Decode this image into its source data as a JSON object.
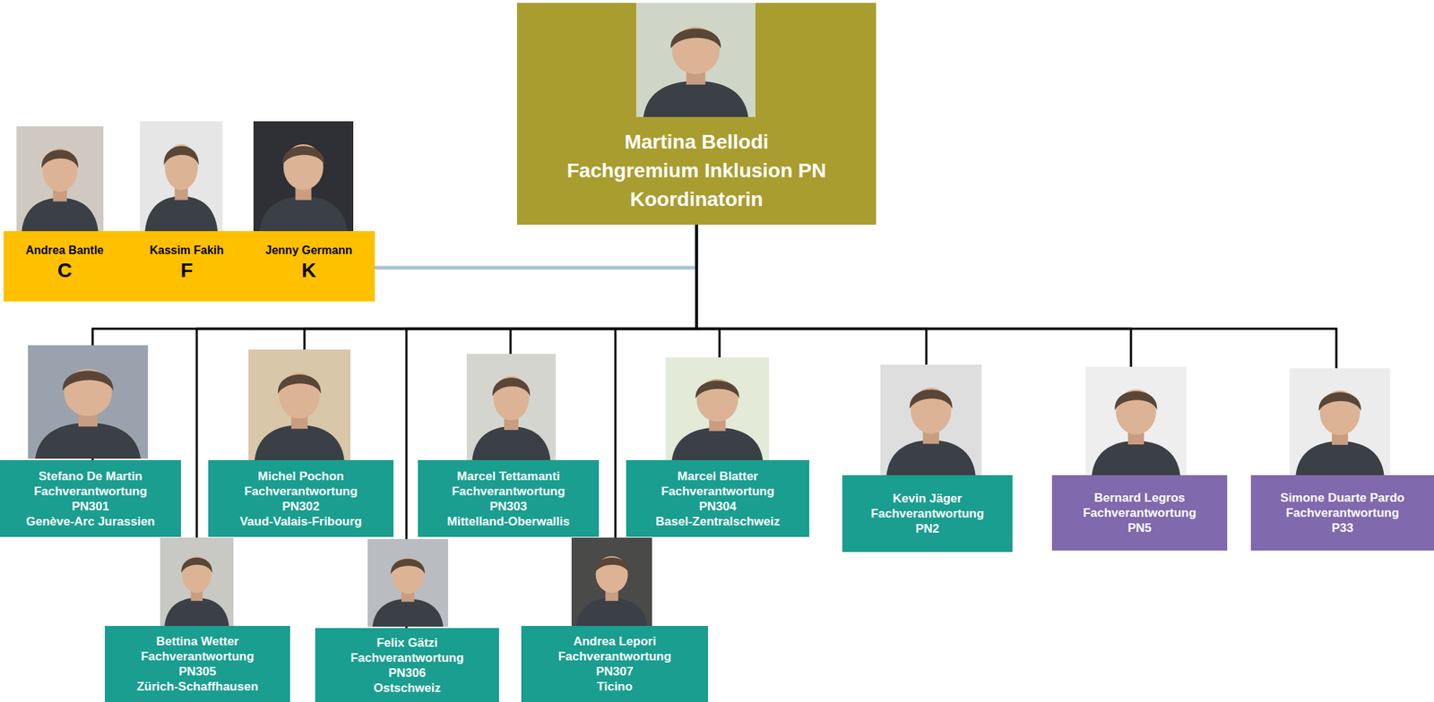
{
  "diagram": {
    "nodes": [
      {
        "text": [
          "Martina Bellodi",
          "Fachgremium Inklusion PN",
          "Koordinatorin"
        ]
      },
      {
        "text": [
          "Andrea Bantle",
          "C",
          "Kassim Fakih",
          "F",
          "Jenny Germann",
          "K"
        ]
      },
      {
        "text": [
          "Stefano De Martin",
          "Fachverantwortung",
          "PN301",
          "Genève-Arc Jurassien"
        ]
      },
      {
        "text": [
          "Michel Pochon",
          "Fachverantwortung",
          "PN302",
          "Vaud-Valais-Fribourg"
        ]
      },
      {
        "text": [
          "Marcel Tettamanti",
          "Fachverantwortung",
          "PN303",
          "Mittelland-Oberwallis"
        ]
      },
      {
        "text": [
          "Marcel Blatter",
          "Fachverantwortung",
          "PN304",
          "Basel-Zentralschweiz"
        ]
      },
      {
        "text": [
          "Kevin Jäger",
          "Fachverantwortung",
          "PN2"
        ]
      },
      {
        "text": [
          "Bernard Legros",
          "Fachverantwortung",
          "PN5"
        ]
      },
      {
        "text": [
          "Simone Duarte Pardo",
          "Fachverantwortung",
          "P33"
        ]
      },
      {
        "text": [
          "Bettina Wetter",
          "Fachverantwortung",
          "PN305",
          "Zürich-Schaffhausen"
        ]
      },
      {
        "text": [
          "Felix Gätzi",
          "Fachverantwortung",
          "PN306",
          "Ostschweiz"
        ]
      },
      {
        "text": [
          "Andrea Lepori",
          "Fachverantwortung",
          "PN307",
          "Ticino"
        ]
      }
    ],
    "edges": [
      {
        "from": 0,
        "to": 1,
        "arrow": "none"
      },
      {
        "from": 0,
        "to": 2,
        "arrow": "none"
      },
      {
        "from": 0,
        "to": 3,
        "arrow": "none"
      },
      {
        "from": 0,
        "to": 4,
        "arrow": "none"
      },
      {
        "from": 0,
        "to": 5,
        "arrow": "none"
      },
      {
        "from": 0,
        "to": 6,
        "arrow": "none"
      },
      {
        "from": 0,
        "to": 7,
        "arrow": "none"
      },
      {
        "from": 0,
        "to": 8,
        "arrow": "none"
      },
      {
        "from": 0,
        "to": 9,
        "arrow": "none"
      },
      {
        "from": 0,
        "to": 10,
        "arrow": "none"
      },
      {
        "from": 0,
        "to": 11,
        "arrow": "none"
      }
    ]
  }
}
